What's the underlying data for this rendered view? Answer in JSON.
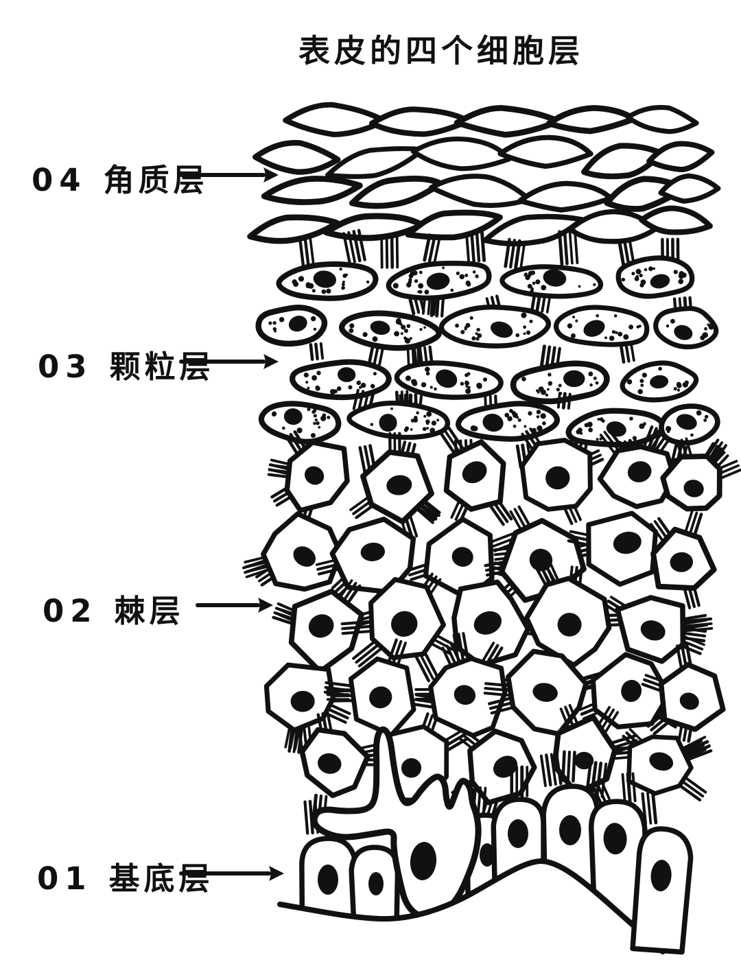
{
  "title": "表皮的四个细胞层",
  "colors": {
    "ink": "#111111",
    "background": "#ffffff"
  },
  "layers": [
    {
      "number": "04",
      "name": "角质层"
    },
    {
      "number": "03",
      "name": "颗粒层"
    },
    {
      "number": "02",
      "name": "棘层"
    },
    {
      "number": "01",
      "name": "基底层"
    }
  ]
}
